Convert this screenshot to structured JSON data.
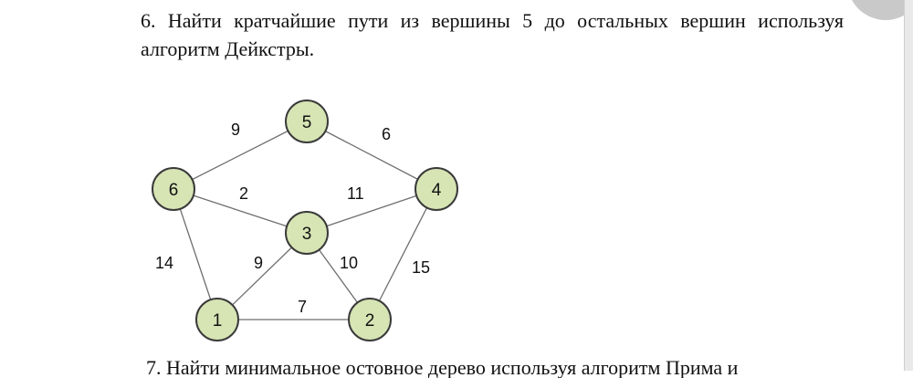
{
  "task": {
    "number": "6.",
    "text": "Найти кратчайшие пути из вершины 5 до остальных вершин используя алгоритм Дейкстры."
  },
  "graph": {
    "node_fill": "#d7e5b5",
    "node_border": "#3a3a3a",
    "edge_color": "#6e6e6e",
    "nodes": [
      "5",
      "6",
      "4",
      "3",
      "1",
      "2"
    ],
    "edges": [
      {
        "from": "5",
        "to": "6",
        "weight": "9"
      },
      {
        "from": "5",
        "to": "4",
        "weight": "6"
      },
      {
        "from": "6",
        "to": "3",
        "weight": "2"
      },
      {
        "from": "3",
        "to": "4",
        "weight": "11"
      },
      {
        "from": "6",
        "to": "1",
        "weight": "14"
      },
      {
        "from": "1",
        "to": "3",
        "weight": "9"
      },
      {
        "from": "3",
        "to": "2",
        "weight": "10"
      },
      {
        "from": "2",
        "to": "4",
        "weight": "15"
      },
      {
        "from": "1",
        "to": "2",
        "weight": "7"
      }
    ]
  },
  "next_task_partial": "7. Найти минимальное остовное дерево используя алгоритм Прима и"
}
